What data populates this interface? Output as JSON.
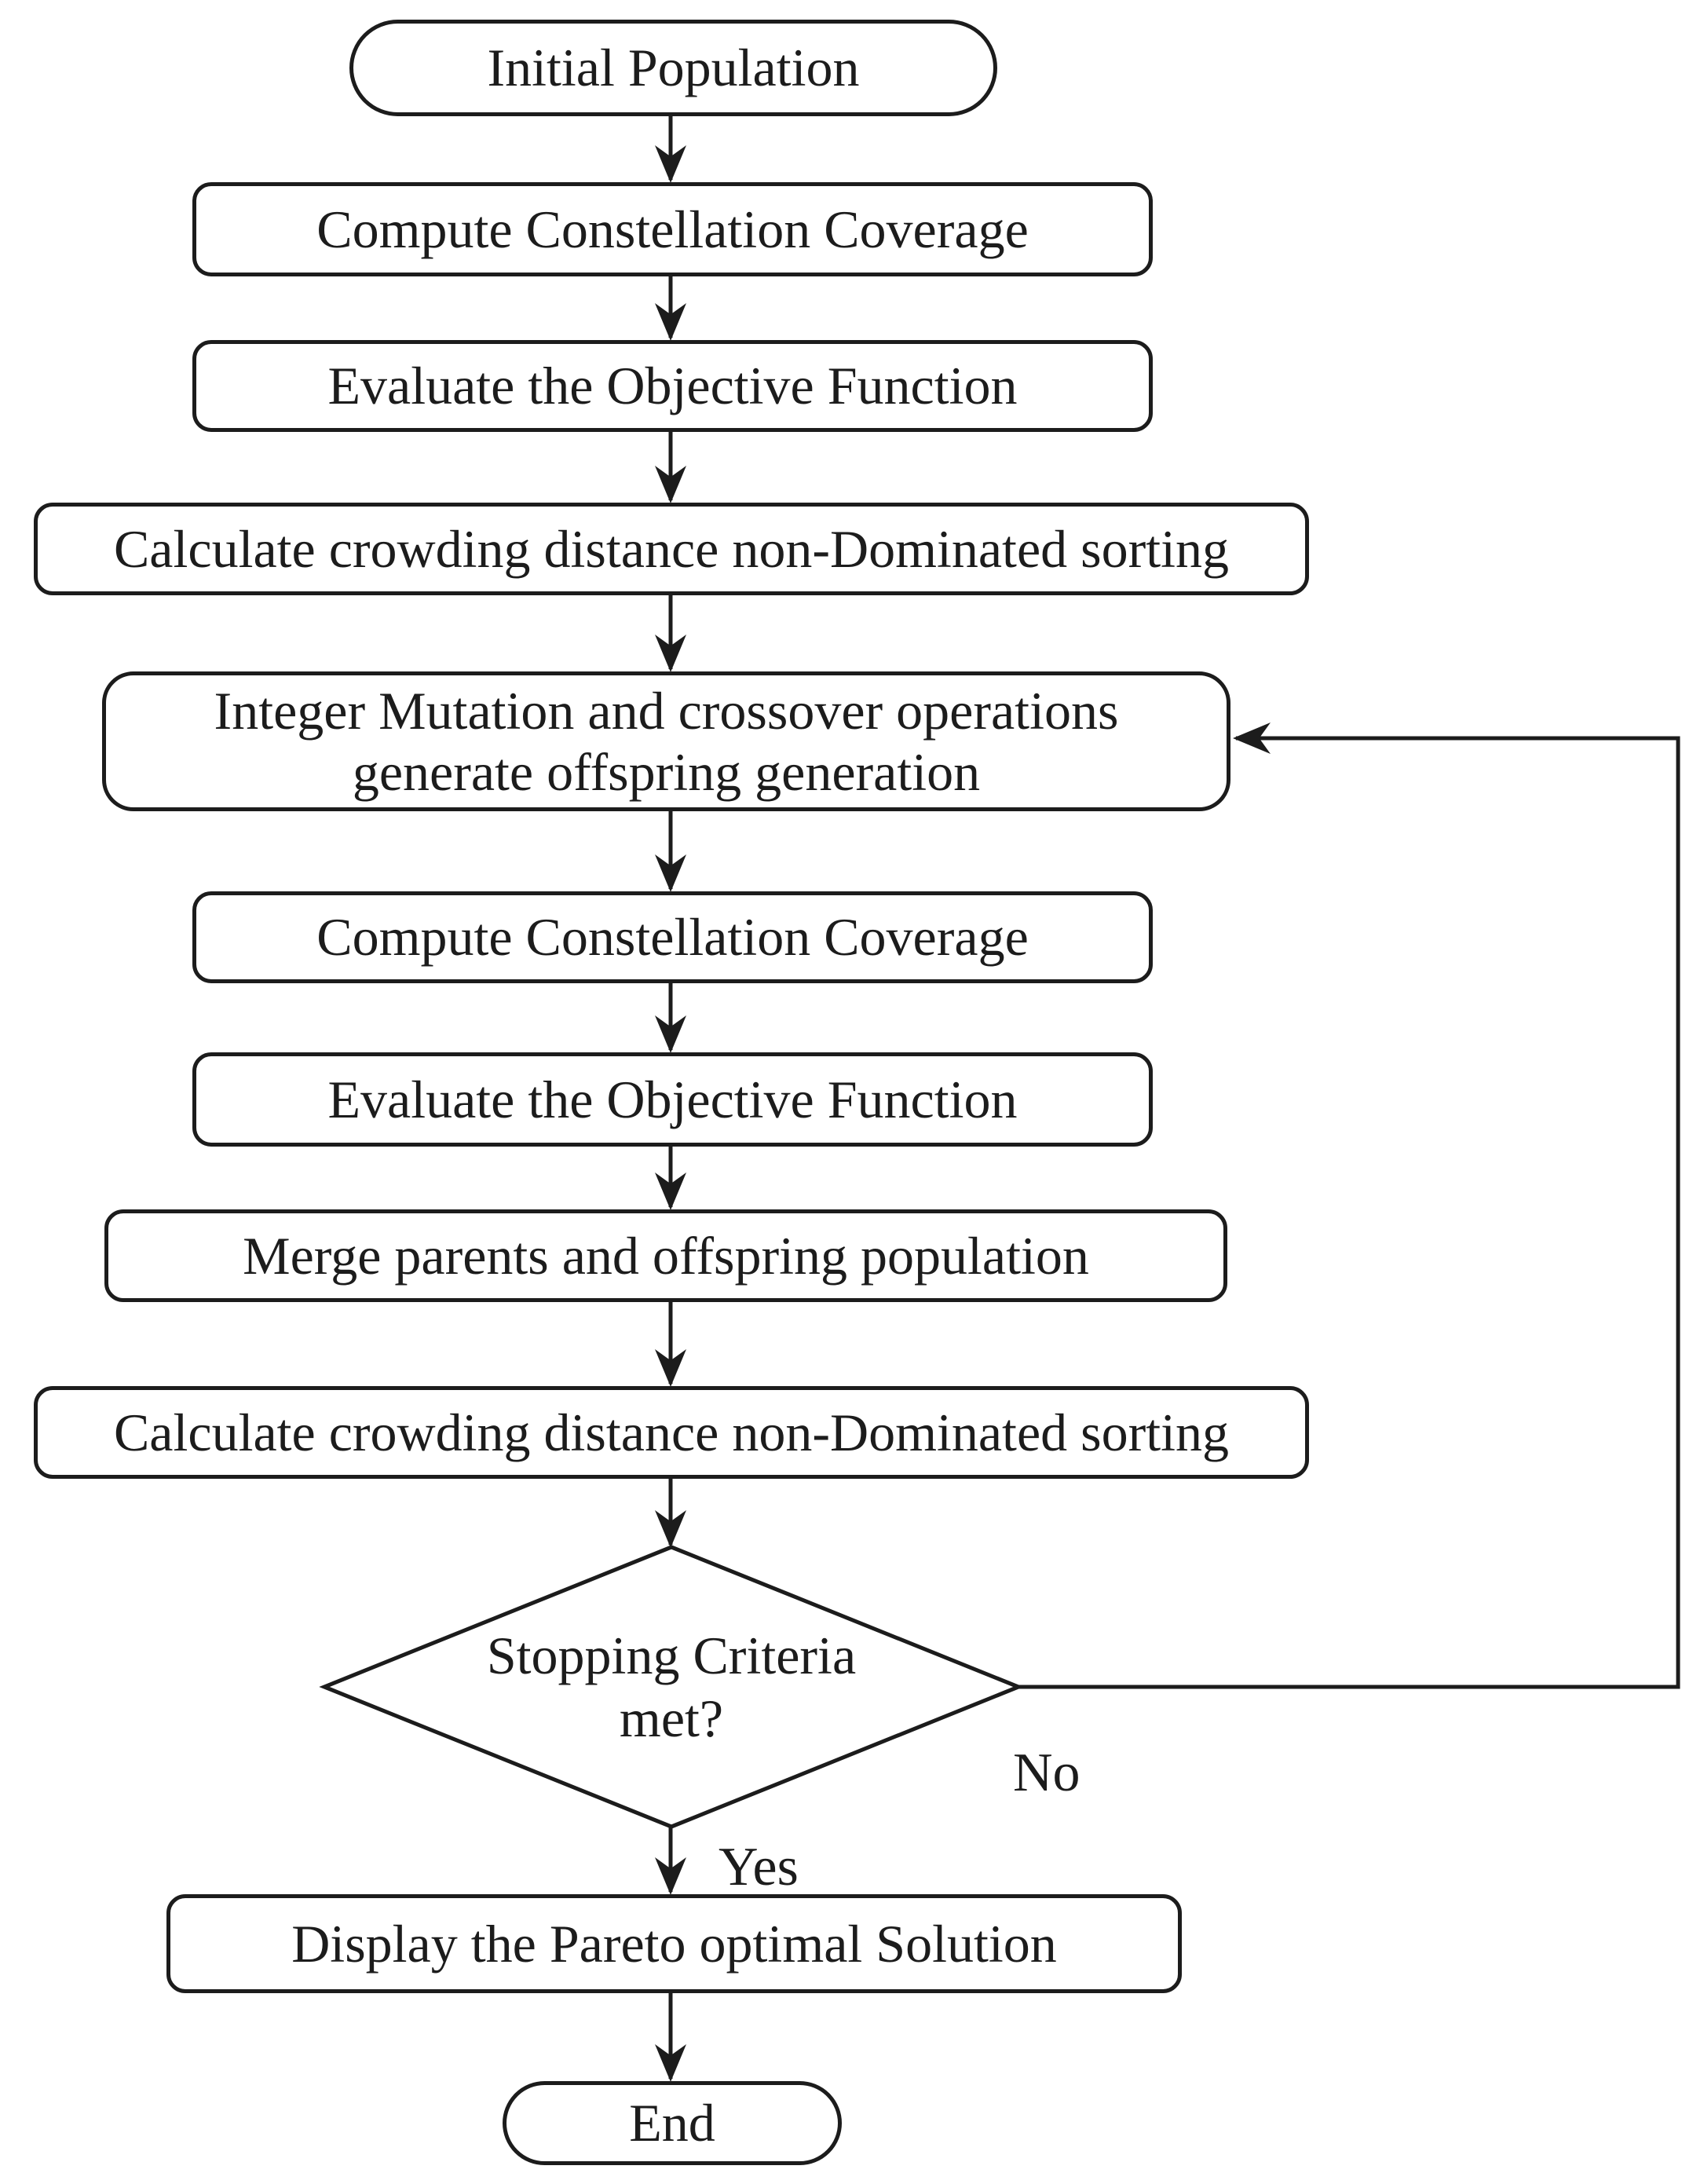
{
  "diagram": {
    "type": "flowchart",
    "colors": {
      "stroke": "#1c1c1c",
      "background": "#ffffff",
      "node_fill": "#ffffff"
    },
    "nodes": {
      "start": {
        "shape": "terminator",
        "label": "Initial Population"
      },
      "compute_coverage_1": {
        "shape": "process",
        "label": "Compute Constellation Coverage"
      },
      "evaluate_objective_1": {
        "shape": "process",
        "label": "Evaluate the Objective Function"
      },
      "crowding_sort_1": {
        "shape": "process",
        "label": "Calculate crowding distance non-Dominated sorting"
      },
      "mutation_crossover": {
        "shape": "process",
        "label": "Integer Mutation and crossover operations generate offspring generation"
      },
      "compute_coverage_2": {
        "shape": "process",
        "label": "Compute Constellation Coverage"
      },
      "evaluate_objective_2": {
        "shape": "process",
        "label": "Evaluate the Objective Function"
      },
      "merge_population": {
        "shape": "process",
        "label": "Merge parents and offspring population"
      },
      "crowding_sort_2": {
        "shape": "process",
        "label": "Calculate crowding distance non-Dominated sorting"
      },
      "decision": {
        "shape": "decision",
        "label": "Stopping Criteria met?"
      },
      "display_solution": {
        "shape": "process",
        "label": "Display the Pareto optimal Solution"
      },
      "end": {
        "shape": "terminator",
        "label": "End"
      }
    },
    "edge_labels": {
      "yes": "Yes",
      "no": "No"
    }
  }
}
